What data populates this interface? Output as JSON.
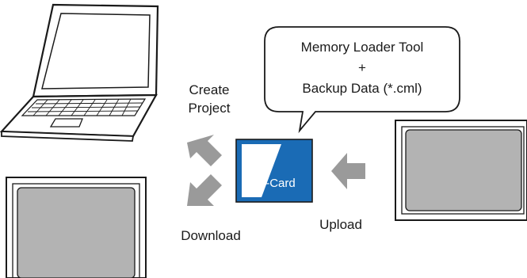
{
  "callout": {
    "line1": "Memory Loader Tool",
    "line2": "+",
    "line3": "Backup Data (*.cml)"
  },
  "labels": {
    "create_line1": "Create",
    "create_line2": "Project",
    "download": "Download",
    "upload": "Upload"
  },
  "card": {
    "label": "CF-Card"
  },
  "icons": {
    "laptop": "laptop-icon",
    "display_top_right": "touch-panel-display-icon",
    "display_bottom_left": "touch-panel-display-icon",
    "arrow_upload": "arrow-left-icon",
    "arrow_create": "arrow-up-left-icon",
    "arrow_download": "arrow-down-left-icon"
  },
  "colors": {
    "card_blue": "#1a6bb5",
    "screen_gray": "#b3b3b3",
    "arrow_gray": "#9a9a9a"
  }
}
